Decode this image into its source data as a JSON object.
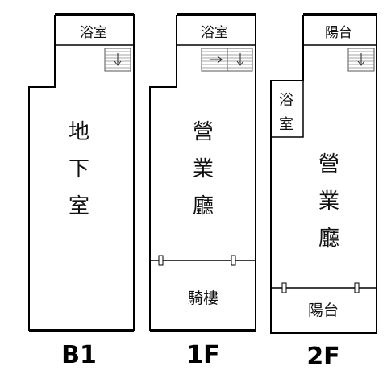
{
  "colors": {
    "wall": "#000000",
    "stair": "#555555",
    "background": "#ffffff"
  },
  "plans": [
    {
      "floor": "B1",
      "rooms": {
        "bath": "浴室",
        "basement": [
          "地",
          "下",
          "室"
        ]
      }
    },
    {
      "floor": "1F",
      "rooms": {
        "bath": "浴室",
        "hall": [
          "營",
          "業",
          "廳"
        ],
        "arcade": "騎樓"
      }
    },
    {
      "floor": "2F",
      "rooms": {
        "balcony_top": "陽台",
        "bath": [
          "浴",
          "室"
        ],
        "hall": [
          "營",
          "業",
          "廳"
        ],
        "balcony_bottom": "陽台"
      }
    }
  ]
}
